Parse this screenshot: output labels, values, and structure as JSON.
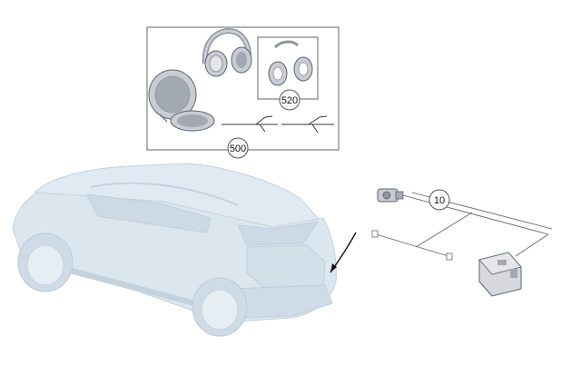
{
  "callouts": {
    "accessory_kit": "500",
    "ear_cushions": "520",
    "sensor_kit": "10"
  },
  "colors": {
    "line": "#555555",
    "car_body": "#dbe6ef",
    "car_shadow": "#c4d2de",
    "part_fill": "#c9ccd3",
    "part_dark": "#8e949f",
    "arrow": "#111111"
  }
}
